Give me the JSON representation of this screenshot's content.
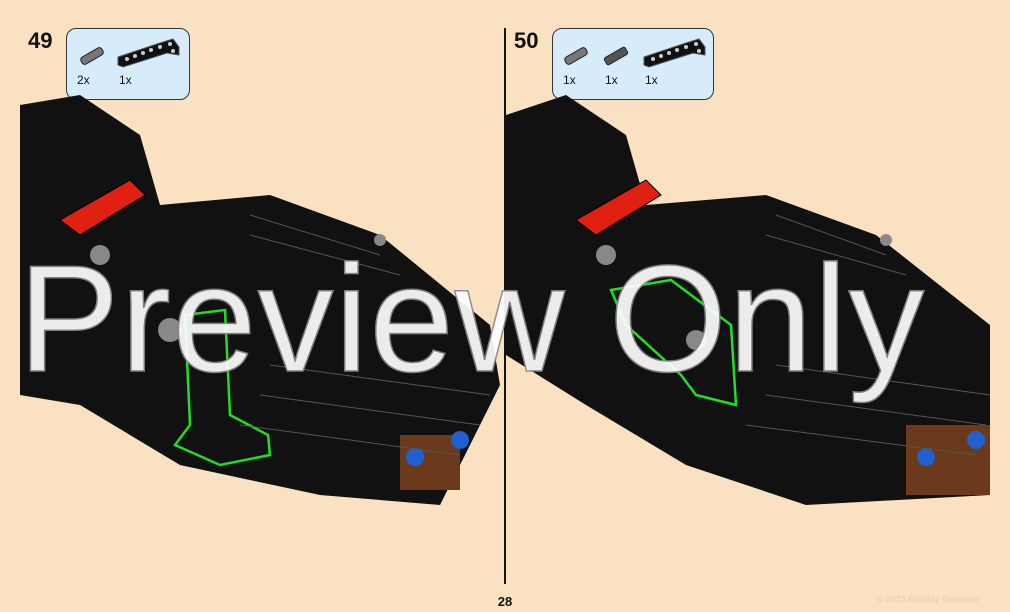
{
  "steps": [
    {
      "number": "49",
      "parts": [
        {
          "icon": "connector-pin-icon",
          "qty": "2x"
        },
        {
          "icon": "l-beam-icon",
          "qty": "1x"
        }
      ]
    },
    {
      "number": "50",
      "parts": [
        {
          "icon": "connector-pin-icon",
          "qty": "1x"
        },
        {
          "icon": "axle-pin-icon",
          "qty": "1x"
        },
        {
          "icon": "l-beam-icon",
          "qty": "1x"
        }
      ]
    }
  ],
  "page_number": "28",
  "watermark": "Preview Only",
  "copyright": "© 2023 Nikolay Gamurar",
  "colors": {
    "background": "#f9e1c2",
    "parts_box": "#d6ecfb",
    "highlight": "#22dd22",
    "red_part": "#e02010",
    "brown_part": "#6b3a1c",
    "blue_pin": "#1f5fd0"
  }
}
